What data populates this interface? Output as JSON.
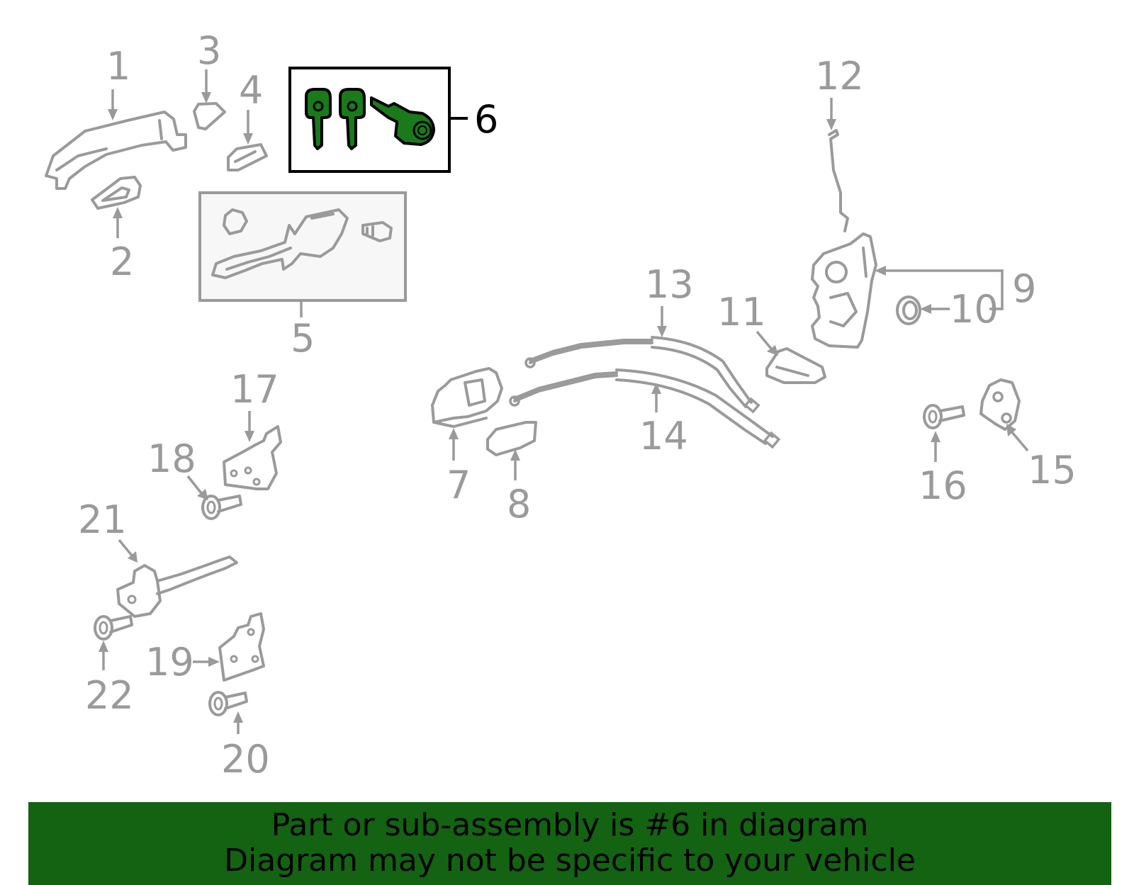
{
  "diagram": {
    "callouts": [
      "1",
      "2",
      "3",
      "4",
      "5",
      "6",
      "7",
      "8",
      "9",
      "10",
      "11",
      "12",
      "13",
      "14",
      "15",
      "16",
      "17",
      "18",
      "19",
      "20",
      "21",
      "22"
    ],
    "highlighted_callout": "6",
    "colors": {
      "highlight_part": "#1a7a1a",
      "banner": "#136313",
      "line_art": "#9a9a9a"
    }
  },
  "banner": {
    "line1": "Part or sub-assembly is #6 in diagram",
    "line2": "Diagram may not be specific to your vehicle"
  }
}
